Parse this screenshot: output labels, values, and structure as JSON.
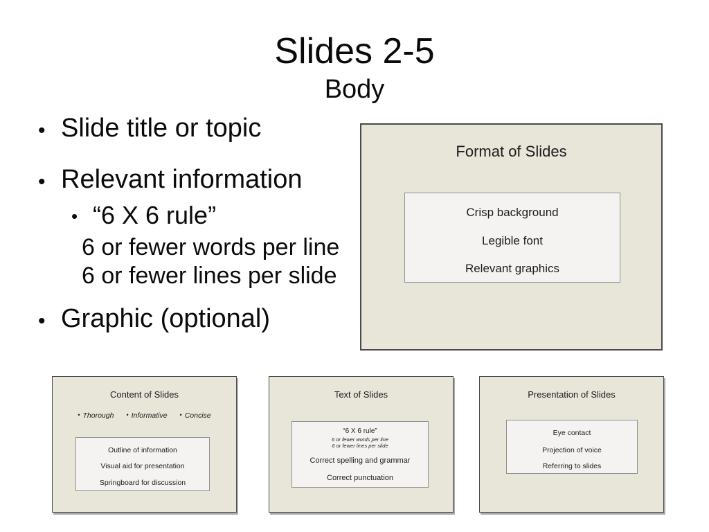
{
  "page": {
    "title": "Slides 2-5",
    "subtitle": "Body"
  },
  "bullet_char": "•",
  "bullets": {
    "item1": "Slide title or topic",
    "item2": "Relevant information",
    "sub1": "“6 X 6 rule”",
    "sub1_line1": "6 or fewer words per line",
    "sub1_line2": "6 or fewer lines per slide",
    "item3": "Graphic (optional)"
  },
  "format_slide": {
    "title": "Format of Slides",
    "box_lines": [
      "Crisp background",
      "Legible font",
      "Relevant graphics"
    ]
  },
  "content_slide": {
    "title": "Content of Slides",
    "bullets": [
      "Thorough",
      "Informative",
      "Concise"
    ],
    "box_lines": [
      "Outline of information",
      "Visual aid for presentation",
      "Springboard for discussion"
    ]
  },
  "text_slide": {
    "title": "Text of Slides",
    "rule_title": "“6 X 6 rule”",
    "rule_line1": "6 or fewer words per line",
    "rule_line2": "6 or fewer lines per slide",
    "grammar_line": "Correct spelling and grammar",
    "punctuation_line": "Correct punctuation"
  },
  "presentation_slide": {
    "title": "Presentation of Slides",
    "box_lines": [
      "Eye contact",
      "Projection of voice",
      "Referring to slides"
    ]
  },
  "colors": {
    "slide_background": "#e8e5d9",
    "inner_box_background": "#f4f3f1",
    "slide_border": "#4a4a4a",
    "inner_box_border": "#909090",
    "text": "#0a0a0a"
  }
}
